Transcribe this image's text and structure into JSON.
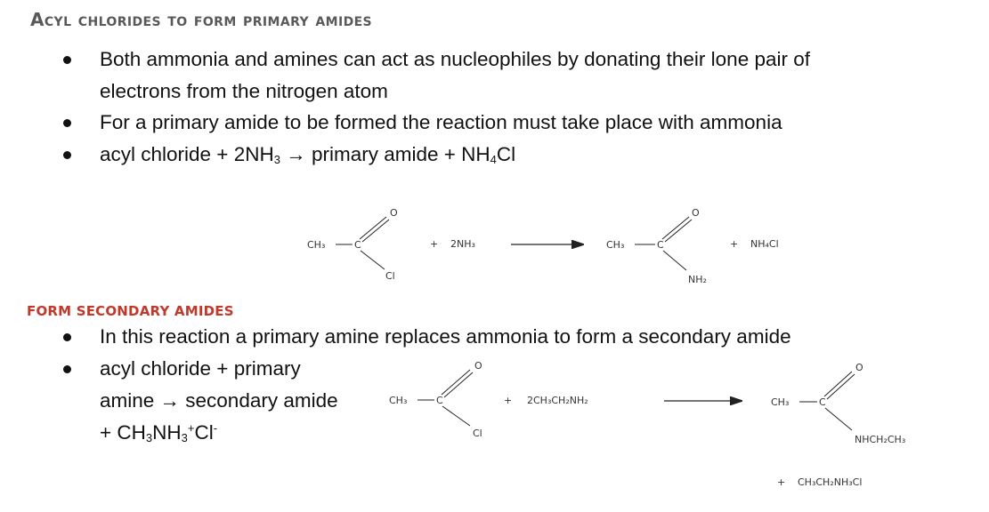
{
  "section1": {
    "heading": "Acyl chlorides to form primary amides",
    "bullet1_line1": "Both ammonia and amines can act as nucleophiles by donating their lone pair of",
    "bullet1_line2": "electrons from the nitrogen atom",
    "bullet2": "For a primary amide to be formed the reaction must take place with ammonia",
    "bullet3_parts": [
      "acyl chloride + 2NH",
      "3",
      " → primary amide + NH",
      "4",
      "Cl"
    ]
  },
  "reaction1": {
    "ch3": "CH₃",
    "c": "C",
    "o": "O",
    "cl": "Cl",
    "plus_reagent": "+",
    "reagent": "2NH₃",
    "product_ch3": "CH₃",
    "product_c": "C",
    "product_o": "O",
    "product_nh2": "NH₂",
    "plus_byproduct": "+",
    "byproduct": "NH₄Cl"
  },
  "section2": {
    "heading": "FORM SECONDARY AMIDES",
    "bullet1": "In this reaction a primary amine replaces ammonia to form a secondary amide",
    "bullet2_line1": "acyl chloride + primary",
    "bullet2_line2": "amine → secondary amide",
    "bullet2_line3_parts": [
      "+ CH",
      "3",
      "NH",
      "3",
      "+",
      "Cl",
      "-"
    ]
  },
  "reaction2": {
    "ch3": "CH₃",
    "c": "C",
    "o": "O",
    "cl": "Cl",
    "plus_reagent": "+",
    "reagent": "2CH₃CH₂NH₂",
    "product_ch3": "CH₃",
    "product_c": "C",
    "product_o": "O",
    "product_group": "NHCH₂CH₃",
    "plus_byproduct": "+",
    "byproduct": "CH₃CH₂NH₃Cl"
  }
}
